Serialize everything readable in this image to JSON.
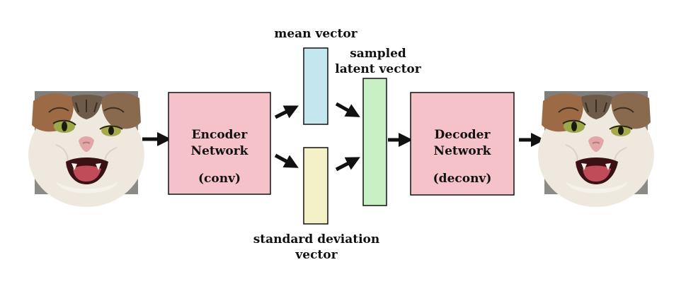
{
  "diagram": {
    "input_image": {
      "alt": "cat face (input)"
    },
    "output_image": {
      "alt": "cat face (reconstruction)"
    },
    "encoder": {
      "line1": "Encoder",
      "line2": "Network",
      "line3": "(conv)"
    },
    "decoder": {
      "line1": "Decoder",
      "line2": "Network",
      "line3": "(deconv)"
    },
    "mean_vector": {
      "label": "mean vector"
    },
    "std_vector": {
      "label_line1": "standard deviation",
      "label_line2": "vector"
    },
    "latent_vector": {
      "label_line1": "sampled",
      "label_line2": "latent vector"
    }
  },
  "colors": {
    "network_box": "#f4c2c8",
    "mean_bar": "#c4e6ef",
    "std_bar": "#f4f1c6",
    "latent_bar": "#c8efc4",
    "outline": "#111111"
  },
  "icons": {
    "arrow": "arrow-right-icon",
    "cat": "cat-face-icon"
  }
}
